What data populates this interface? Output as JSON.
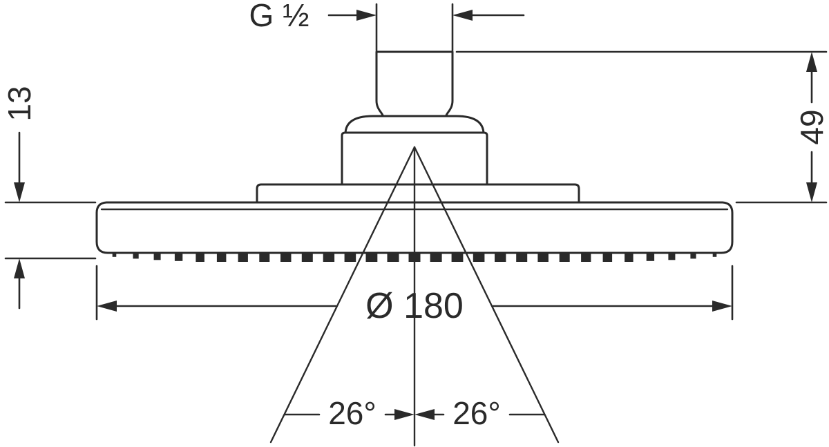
{
  "drawing": {
    "labels": {
      "thread": "G ½",
      "disc_thickness": "13",
      "head_height": "49",
      "diameter": "Ø 180",
      "spray_angle_left": "26°",
      "spray_angle_right": "26°"
    },
    "colors": {
      "line": "#2a2a2a",
      "background": "#ffffff"
    }
  }
}
